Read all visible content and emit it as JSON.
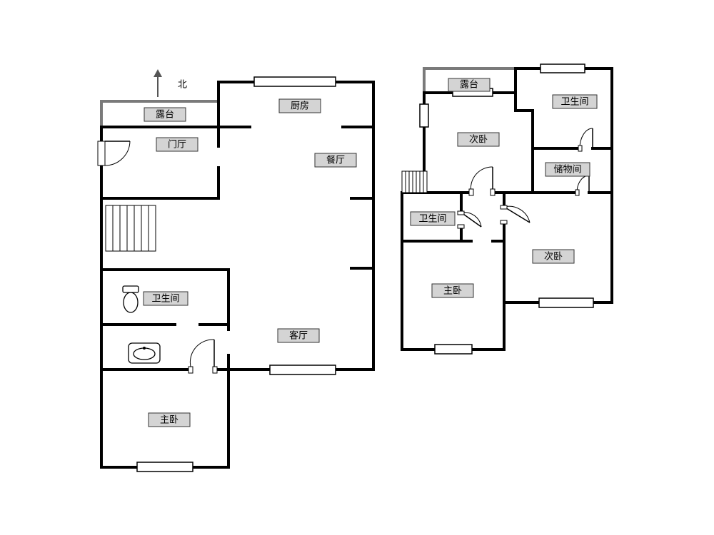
{
  "compass": {
    "label": "北"
  },
  "left_floor": {
    "rooms": [
      {
        "id": "terrace",
        "label": "露台"
      },
      {
        "id": "kitchen",
        "label": "厨房"
      },
      {
        "id": "foyer",
        "label": "门厅"
      },
      {
        "id": "dining",
        "label": "餐厅"
      },
      {
        "id": "bathroom",
        "label": "卫生间"
      },
      {
        "id": "living",
        "label": "客厅"
      },
      {
        "id": "master-bedroom",
        "label": "主卧"
      }
    ]
  },
  "right_floor": {
    "rooms": [
      {
        "id": "terrace",
        "label": "露台"
      },
      {
        "id": "bathroom-top",
        "label": "卫生间"
      },
      {
        "id": "second-bedroom-top",
        "label": "次卧"
      },
      {
        "id": "storage",
        "label": "储物间"
      },
      {
        "id": "bathroom-mid",
        "label": "卫生间"
      },
      {
        "id": "second-bedroom-right",
        "label": "次卧"
      },
      {
        "id": "master-bedroom",
        "label": "主卧"
      }
    ]
  }
}
